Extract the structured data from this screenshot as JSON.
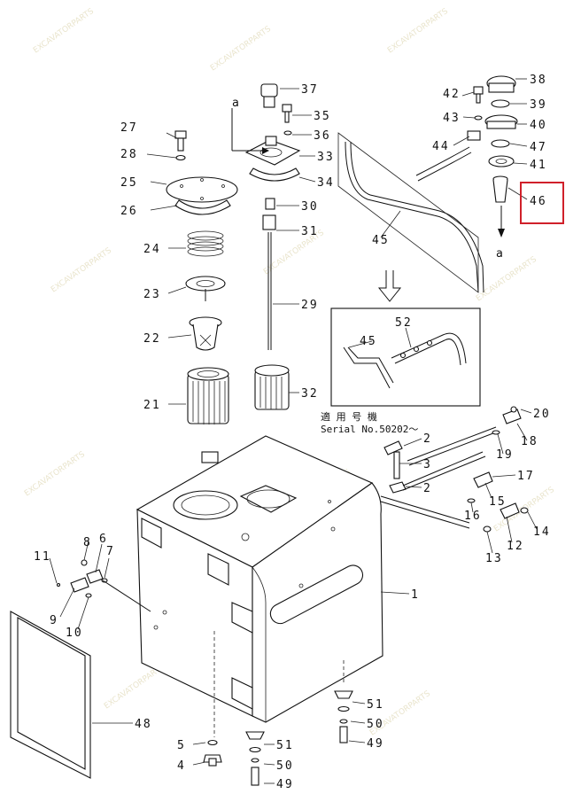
{
  "callouts": {
    "c1": "1",
    "c2a": "2",
    "c2b": "2",
    "c3": "3",
    "c4": "4",
    "c5": "5",
    "c6": "6",
    "c7": "7",
    "c8": "8",
    "c9": "9",
    "c10": "10",
    "c11": "11",
    "c12": "12",
    "c13": "13",
    "c14": "14",
    "c15": "15",
    "c16": "16",
    "c17": "17",
    "c18": "18",
    "c19": "19",
    "c20": "20",
    "c21": "21",
    "c22": "22",
    "c23": "23",
    "c24": "24",
    "c25": "25",
    "c26": "26",
    "c27": "27",
    "c28": "28",
    "c29": "29",
    "c30": "30",
    "c31": "31",
    "c32": "32",
    "c33": "33",
    "c34": "34",
    "c35": "35",
    "c36": "36",
    "c37": "37",
    "c38": "38",
    "c39": "39",
    "c40": "40",
    "c41": "41",
    "c42": "42",
    "c43": "43",
    "c44": "44",
    "c45a": "45",
    "c45b": "45",
    "c46": "46",
    "c47": "47",
    "c48": "48",
    "c49a": "49",
    "c49b": "49",
    "c50a": "50",
    "c50b": "50",
    "c51a": "51",
    "c51b": "51",
    "c52": "52"
  },
  "markers": {
    "a_top": "a",
    "a_bottom": "a"
  },
  "serial": {
    "line1": "適 用 号 機",
    "line2": "Serial No.50202～"
  },
  "highlight": {
    "target": "46",
    "color": "#d0202a"
  },
  "watermark": {
    "text": "EXCAVATORPARTS"
  }
}
